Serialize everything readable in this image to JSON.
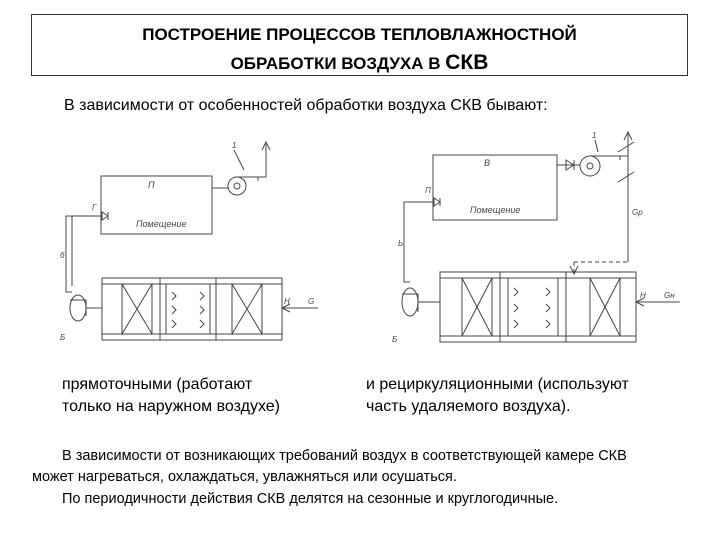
{
  "title": {
    "line1": "ПОСТРОЕНИЕ ПРОЦЕССОВ ТЕПЛОВЛАЖНОСТНОЙ",
    "line2_prefix": "ОБРАБОТКИ ВОЗДУХА В ",
    "line2_acronym": "СКВ"
  },
  "intro": "В зависимости от особенностей обработки воздуха СКВ бывают:",
  "diagram_left": {
    "room_label": "Помещение",
    "room_top_label": "П",
    "fan_label": "1",
    "inlet_label": "Г",
    "duct_label": "б",
    "fan2_label": "Б",
    "outside_label": "Н",
    "outside_flow_label": "G"
  },
  "diagram_right": {
    "room_label": "Помещение",
    "room_top_label": "В",
    "fan_label": "1",
    "inlet_label": "П",
    "duct_label": "Ь",
    "fan2_label": "Б",
    "outside_label": "Н",
    "outside_flow_label": "Gн",
    "recirc_label": "Gр"
  },
  "caption_left": {
    "line1": "прямоточными (работают",
    "line2": "только на наружном воздухе)"
  },
  "caption_right": {
    "line1": "и рециркуляционными (используют",
    "line2": "часть удаляемого воздуха)."
  },
  "paragraph1": {
    "line1": "В зависимости от возникающих требований воздух в соответствующей камере СКВ",
    "line2": "может нагреваться, охлаждаться, увлажняться или осушаться."
  },
  "paragraph2": "По периодичности действия СКВ делятся на сезонные и круглогодичные."
}
